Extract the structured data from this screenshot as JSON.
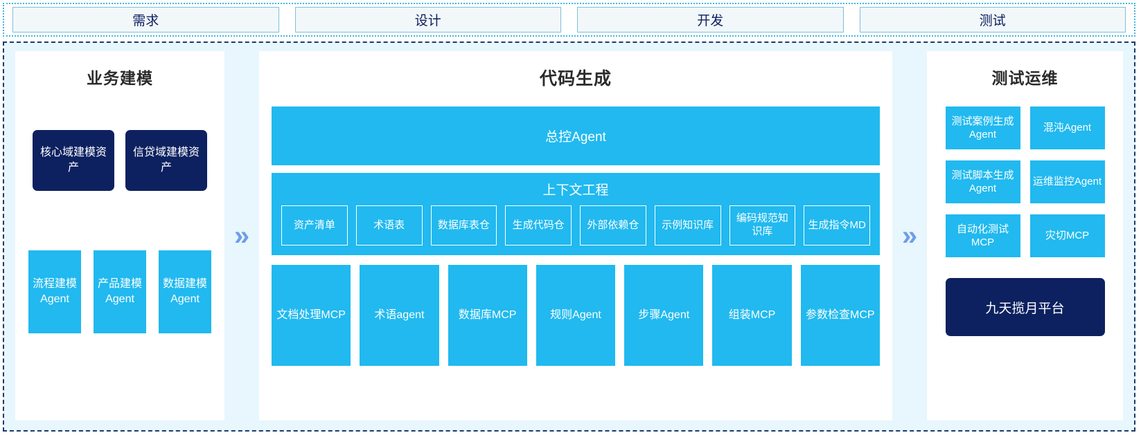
{
  "phases": {
    "items": [
      {
        "label": "需求"
      },
      {
        "label": "设计"
      },
      {
        "label": "开发"
      },
      {
        "label": "测试"
      }
    ]
  },
  "arrows": {
    "glyph": "»"
  },
  "colors": {
    "accent_blue": "#21B9EF",
    "dark_navy": "#0D2160",
    "panel_bg": "#E8F6FD",
    "arrow_blue": "#6E9EE8",
    "phase_border": "#7EC0D8",
    "area_border": "#1B3A6B"
  },
  "left_panel": {
    "title": "业务建模",
    "assets": [
      {
        "label": "核心域建模资产"
      },
      {
        "label": "信贷域建模资产"
      }
    ],
    "agents": [
      {
        "label": "流程建模Agent"
      },
      {
        "label": "产品建模Agent"
      },
      {
        "label": "数据建模Agent"
      }
    ]
  },
  "middle_panel": {
    "title": "代码生成",
    "master_agent": "总控Agent",
    "context": {
      "title": "上下文工程",
      "items": [
        {
          "label": "资产清单"
        },
        {
          "label": "术语表"
        },
        {
          "label": "数据库表仓"
        },
        {
          "label": "生成代码仓"
        },
        {
          "label": "外部依赖仓"
        },
        {
          "label": "示例知识库"
        },
        {
          "label": "编码规范知识库"
        },
        {
          "label": "生成指令MD"
        }
      ]
    },
    "tools": [
      {
        "label": "文档处理MCP"
      },
      {
        "label": "术语agent"
      },
      {
        "label": "数据库MCP"
      },
      {
        "label": "规则Agent"
      },
      {
        "label": "步骤Agent"
      },
      {
        "label": "组装MCP"
      },
      {
        "label": "参数检查MCP"
      }
    ]
  },
  "right_panel": {
    "title": "测试运维",
    "boxes": [
      {
        "label": "测试案例生成Agent"
      },
      {
        "label": "混沌Agent"
      },
      {
        "label": "测试脚本生成Agent"
      },
      {
        "label": "运维监控Agent"
      },
      {
        "label": "自动化测试MCP"
      },
      {
        "label": "灾切MCP"
      }
    ],
    "platform": "九天揽月平台"
  }
}
